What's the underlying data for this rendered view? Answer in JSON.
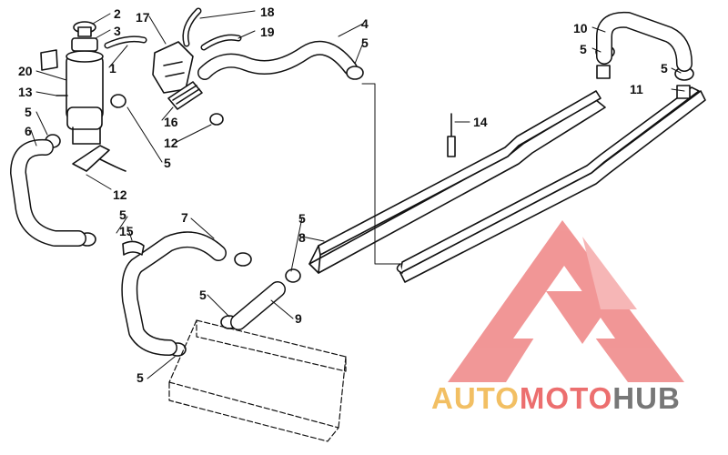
{
  "diagram": {
    "callouts": [
      {
        "id": "c2",
        "text": "2"
      },
      {
        "id": "c3",
        "text": "3"
      },
      {
        "id": "c17",
        "text": "17"
      },
      {
        "id": "c18",
        "text": "18"
      },
      {
        "id": "c19",
        "text": "19"
      },
      {
        "id": "c4",
        "text": "4"
      },
      {
        "id": "c5a",
        "text": "5"
      },
      {
        "id": "c10",
        "text": "10"
      },
      {
        "id": "c5b",
        "text": "5"
      },
      {
        "id": "c5c",
        "text": "5"
      },
      {
        "id": "c11",
        "text": "11"
      },
      {
        "id": "c20",
        "text": "20"
      },
      {
        "id": "c1",
        "text": "1"
      },
      {
        "id": "c13",
        "text": "13"
      },
      {
        "id": "c5d",
        "text": "5"
      },
      {
        "id": "c6",
        "text": "6"
      },
      {
        "id": "c16",
        "text": "16"
      },
      {
        "id": "c12a",
        "text": "12"
      },
      {
        "id": "c5e",
        "text": "5"
      },
      {
        "id": "c14",
        "text": "14"
      },
      {
        "id": "c12b",
        "text": "12"
      },
      {
        "id": "c7",
        "text": "7"
      },
      {
        "id": "c5f",
        "text": "5"
      },
      {
        "id": "c5g",
        "text": "5"
      },
      {
        "id": "c15",
        "text": "15"
      },
      {
        "id": "c8",
        "text": "8"
      },
      {
        "id": "c5h",
        "text": "5"
      },
      {
        "id": "c9",
        "text": "9"
      },
      {
        "id": "c5i",
        "text": "5"
      }
    ]
  },
  "watermark": {
    "word_part1": "AUTO",
    "word_part2": "MOTO",
    "word_part3": "HUB",
    "colors": {
      "part1": "#f2bf63",
      "part2": "#ec6f6f",
      "part3": "#777777",
      "logo": "#ec6f6f"
    }
  }
}
